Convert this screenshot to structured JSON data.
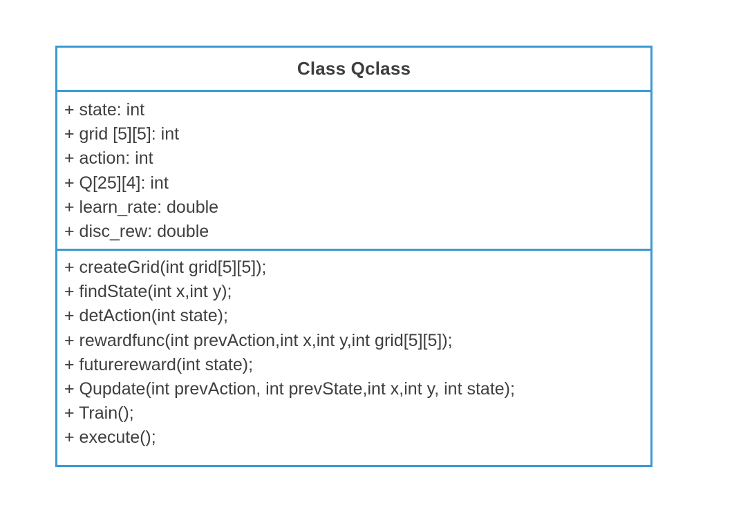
{
  "class": {
    "title": "Class Qclass",
    "border_color": "#3a9ad4",
    "attributes": [
      "+ state: int",
      "+ grid [5][5]: int",
      "+ action: int",
      "+ Q[25][4]: int",
      "+ learn_rate: double",
      "+ disc_rew: double"
    ],
    "methods": [
      "+ createGrid(int grid[5][5]);",
      "+ findState(int x,int y);",
      "+ detAction(int state);",
      "+ rewardfunc(int prevAction,int x,int y,int grid[5][5]);",
      "+ futurereward(int state);",
      "+ Qupdate(int prevAction, int prevState,int x,int y, int state);",
      "+ Train();",
      "+ execute();"
    ]
  }
}
